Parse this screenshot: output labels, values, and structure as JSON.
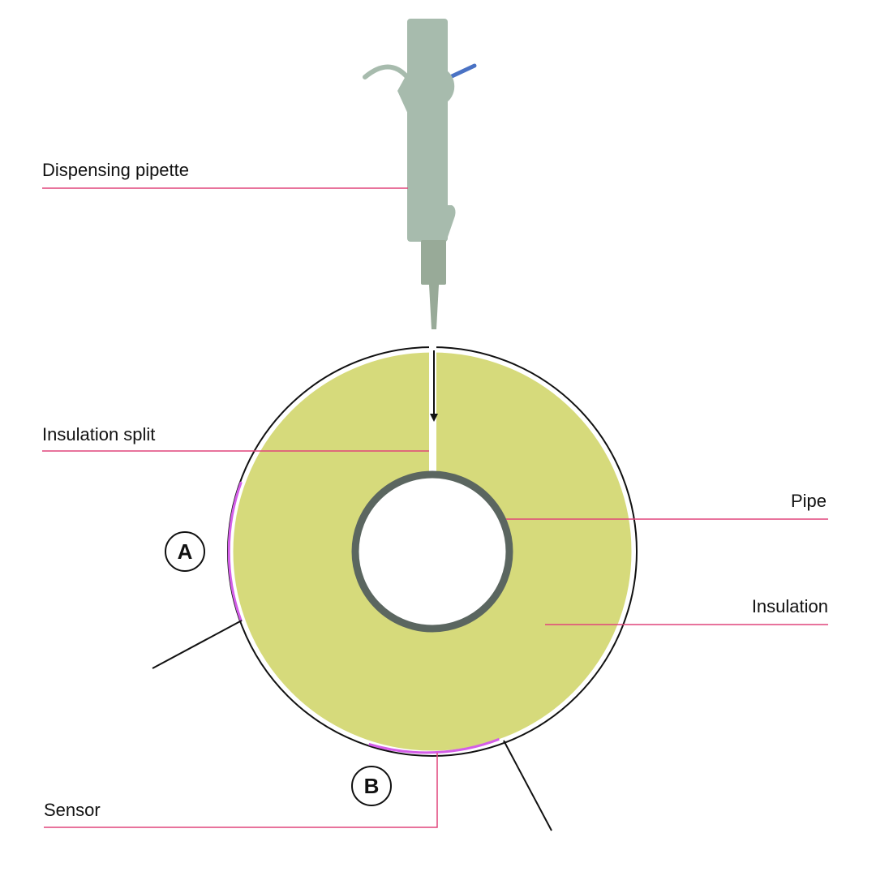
{
  "labels": {
    "dispensing_pipette": "Dispensing pipette",
    "insulation_split": "Insulation split",
    "pipe": "Pipe",
    "insulation": "Insulation",
    "sensor": "Sensor"
  },
  "markers": {
    "a": "A",
    "b": "B"
  },
  "colors": {
    "leader_line": "#e0457b",
    "insulation_fill": "#d6da7b",
    "pipe_ring": "#5b6660",
    "pipette_body": "#a7bbad",
    "pipette_tip": "#98aa98",
    "pipette_accent": "#4a72c4",
    "sensor_arc": "#d45ee8",
    "outline": "#111111"
  }
}
